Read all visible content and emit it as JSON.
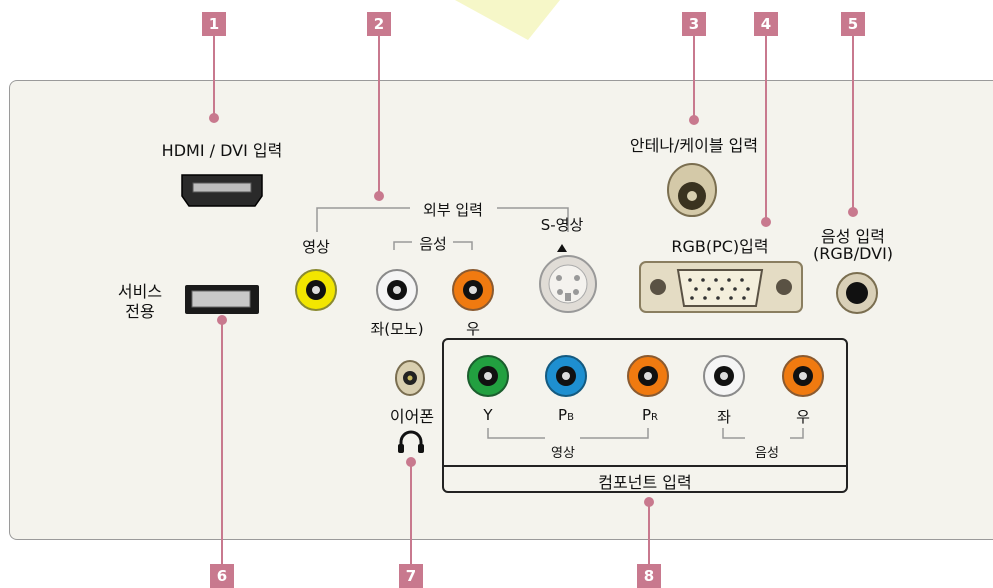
{
  "badges": [
    "1",
    "2",
    "3",
    "4",
    "5",
    "6",
    "7",
    "8"
  ],
  "labels": {
    "hdmi": "HDMI / DVI 입력",
    "external_input": "외부 입력",
    "svideo": "S-영상",
    "video": "영상",
    "audio": "음성",
    "left_mono": "좌(모노)",
    "right": "우",
    "service_line1": "서비스",
    "service_line2": "전용",
    "antenna": "안테나/케이블 입력",
    "rgb_pc": "RGB(PC)입력",
    "audio_in_line1": "음성 입력",
    "audio_in_line2": "(RGB/DVI)",
    "earphone": "이어폰",
    "comp_y": "Y",
    "comp_pb": "P",
    "comp_pb_sub": "B",
    "comp_pr": "P",
    "comp_pr_sub": "R",
    "comp_left": "좌",
    "comp_right": "우",
    "comp_video": "영상",
    "comp_audio": "음성",
    "component_input": "컴포넌트 입력"
  },
  "colors": {
    "badge": "#c8798e",
    "yellow": "#f2e600",
    "white": "#f5f5f5",
    "orange": "#f07a10",
    "green": "#22a040",
    "blue": "#1e8fd0"
  }
}
